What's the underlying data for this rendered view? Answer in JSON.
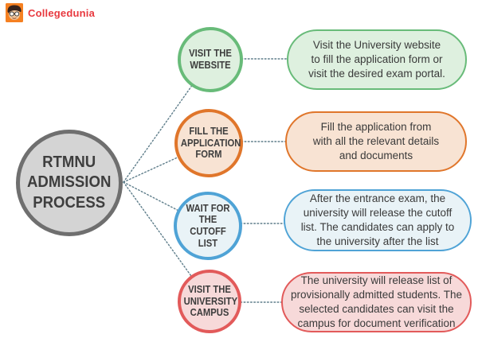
{
  "brand": {
    "name": "Collegedunia",
    "name_color": "#e8393f",
    "logo_bg": "#f58021"
  },
  "center": {
    "title": "RTMNU\nADMISSION\nPROCESS",
    "fill": "#d4d4d4",
    "border": "#6f6f6f"
  },
  "connector_color": "#5e7d8a",
  "steps": [
    {
      "label": "VISIT THE\nWEBSITE",
      "description": "Visit the University website\nto fill the application form or\nvisit the desired exam portal.",
      "border": "#68bb79",
      "fill": "#def0df"
    },
    {
      "label": "FILL THE\nAPPLICATION\nFORM",
      "description": "Fill the application from\nwith all the relevant details\nand documents",
      "border": "#e0762b",
      "fill": "#f8e3d3"
    },
    {
      "label": "WAIT FOR\nTHE CUTOFF\nLIST",
      "description": "After the entrance exam, the\nuniversity will release the cutoff\nlist. The candidates can apply to\nthe university after the list",
      "border": "#4fa3d6",
      "fill": "#e9f3f7"
    },
    {
      "label": "VISIT THE\nUNIVERSITY\nCAMPUS",
      "description": "The university will release list of\nprovisionally admitted students. The\nselected candidates can visit the\ncampus for document verification",
      "border": "#e25a5a",
      "fill": "#f7d9d9"
    }
  ]
}
